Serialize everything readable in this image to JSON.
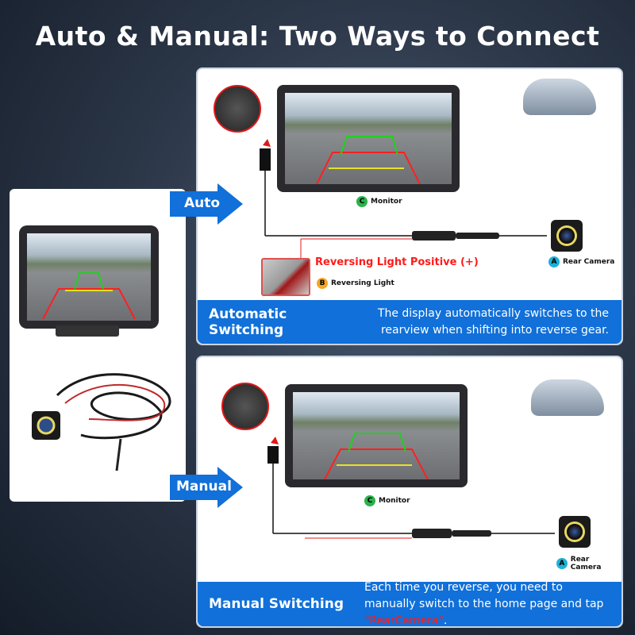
{
  "title": "Auto & Manual: Two Ways to Connect",
  "auto": {
    "arrow_label": "Auto",
    "monitor_badge": "C",
    "monitor_label": "Monitor",
    "camera_badge": "A",
    "camera_label": "Rear Camera",
    "light_badge": "B",
    "light_label": "Reversing Light",
    "wire_label": "Reversing Light Positive (+)",
    "heading": "Automatic Switching",
    "description": "The display automatically switches to the rearview when shifting into reverse gear."
  },
  "manual": {
    "arrow_label": "Manual",
    "monitor_badge": "C",
    "monitor_label": "Monitor",
    "camera_badge": "A",
    "camera_label": "Rear Camera",
    "heading": "Manual Switching",
    "description_pre": "Each time you reverse, you need to manually switch to the home page and tap ",
    "description_highlight": "\"RearCamera\"",
    "description_post": "."
  },
  "colors": {
    "accent": "#1170d9",
    "red": "#ff1a1a",
    "badge_a": "#1bb3d6",
    "badge_b": "#f5a623",
    "badge_c": "#2bb24c"
  }
}
